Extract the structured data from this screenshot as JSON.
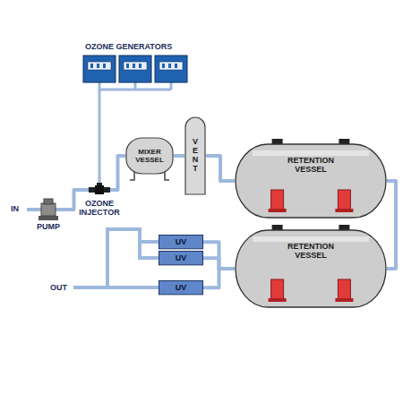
{
  "diagram": {
    "nodes": [
      {
        "text": [
          "PUMP"
        ]
      },
      {
        "text": [
          "OZONE INJECTOR"
        ]
      },
      {
        "text": [
          "MIXER VESSEL"
        ]
      },
      {
        "text": [
          "VENT"
        ]
      },
      {
        "text": [
          "RETENTION VESSEL"
        ]
      },
      {
        "text": [
          "RETENTION VESSEL"
        ]
      },
      {
        "text": [
          "UV"
        ]
      },
      {
        "text": [
          "UV"
        ]
      },
      {
        "text": [
          "UV"
        ]
      }
    ],
    "edges": [
      {
        "from": 0,
        "to": 1,
        "arrow": "none"
      },
      {
        "from": 1,
        "to": 2,
        "arrow": "none"
      },
      {
        "from": 2,
        "to": 3,
        "arrow": "none"
      },
      {
        "from": 3,
        "to": 4,
        "arrow": "none"
      },
      {
        "from": 4,
        "to": 5,
        "arrow": "none"
      },
      {
        "from": 5,
        "to": 6,
        "arrow": "none"
      },
      {
        "from": 5,
        "to": 7,
        "arrow": "none"
      },
      {
        "from": 5,
        "to": 8,
        "arrow": "none"
      }
    ],
    "labels": [
      "OZONE GENERATORS",
      "IN",
      "OUT"
    ]
  }
}
